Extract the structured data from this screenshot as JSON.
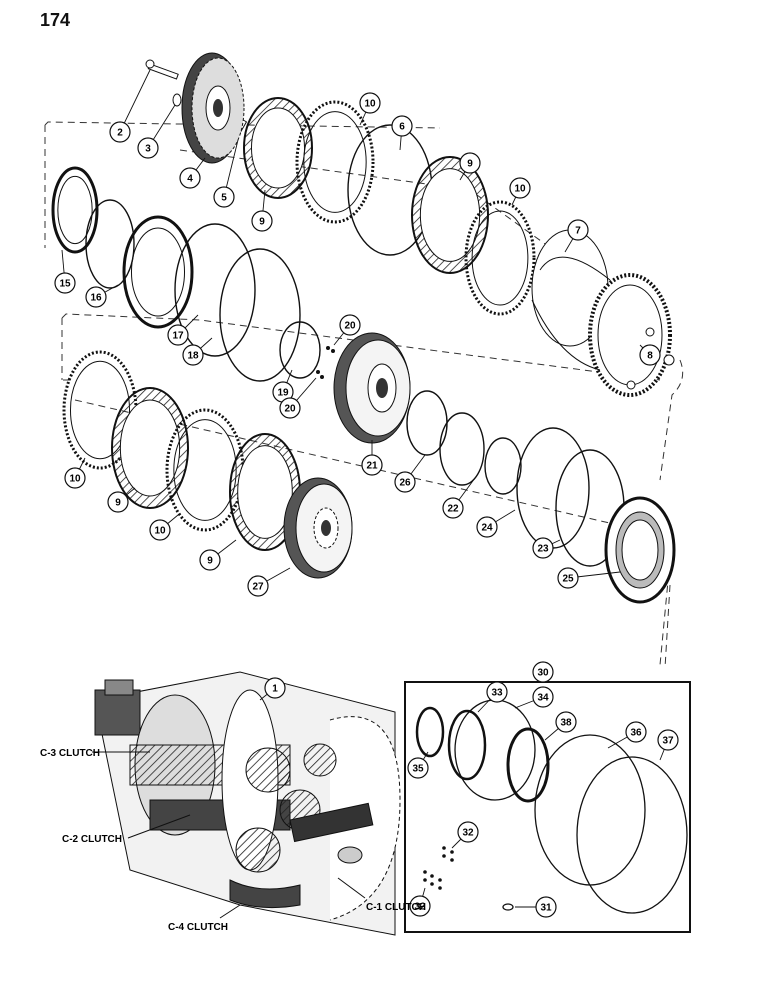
{
  "page_number": "174",
  "callouts": [
    {
      "id": "c2",
      "label": "2"
    },
    {
      "id": "c3",
      "label": "3"
    },
    {
      "id": "c4",
      "label": "4"
    },
    {
      "id": "c5",
      "label": "5"
    },
    {
      "id": "c9a",
      "label": "9"
    },
    {
      "id": "c10a",
      "label": "10"
    },
    {
      "id": "c6",
      "label": "6"
    },
    {
      "id": "c9b",
      "label": "9"
    },
    {
      "id": "c10b",
      "label": "10"
    },
    {
      "id": "c7",
      "label": "7"
    },
    {
      "id": "c8",
      "label": "8"
    },
    {
      "id": "c15",
      "label": "15"
    },
    {
      "id": "c16",
      "label": "16"
    },
    {
      "id": "c17",
      "label": "17"
    },
    {
      "id": "c18",
      "label": "18"
    },
    {
      "id": "c19",
      "label": "19"
    },
    {
      "id": "c20a",
      "label": "20"
    },
    {
      "id": "c20b",
      "label": "20"
    },
    {
      "id": "c21",
      "label": "21"
    },
    {
      "id": "c26",
      "label": "26"
    },
    {
      "id": "c22",
      "label": "22"
    },
    {
      "id": "c24",
      "label": "24"
    },
    {
      "id": "c23",
      "label": "23"
    },
    {
      "id": "c25",
      "label": "25"
    },
    {
      "id": "c10c",
      "label": "10"
    },
    {
      "id": "c9c",
      "label": "9"
    },
    {
      "id": "c10d",
      "label": "10"
    },
    {
      "id": "c9d",
      "label": "9"
    },
    {
      "id": "c27",
      "label": "27"
    },
    {
      "id": "c1",
      "label": "1"
    },
    {
      "id": "c30",
      "label": "30"
    },
    {
      "id": "c33",
      "label": "33"
    },
    {
      "id": "c34",
      "label": "34"
    },
    {
      "id": "c35",
      "label": "35"
    },
    {
      "id": "c38",
      "label": "38"
    },
    {
      "id": "c36",
      "label": "36"
    },
    {
      "id": "c37",
      "label": "37"
    },
    {
      "id": "c32a",
      "label": "32"
    },
    {
      "id": "c32b",
      "label": "32"
    },
    {
      "id": "c31",
      "label": "31"
    }
  ],
  "clutch_labels": {
    "c3": "C-3 CLUTCH",
    "c2": "C-2 CLUTCH",
    "c4": "C-4 CLUTCH",
    "c1": "C-1 CLUTCH"
  }
}
